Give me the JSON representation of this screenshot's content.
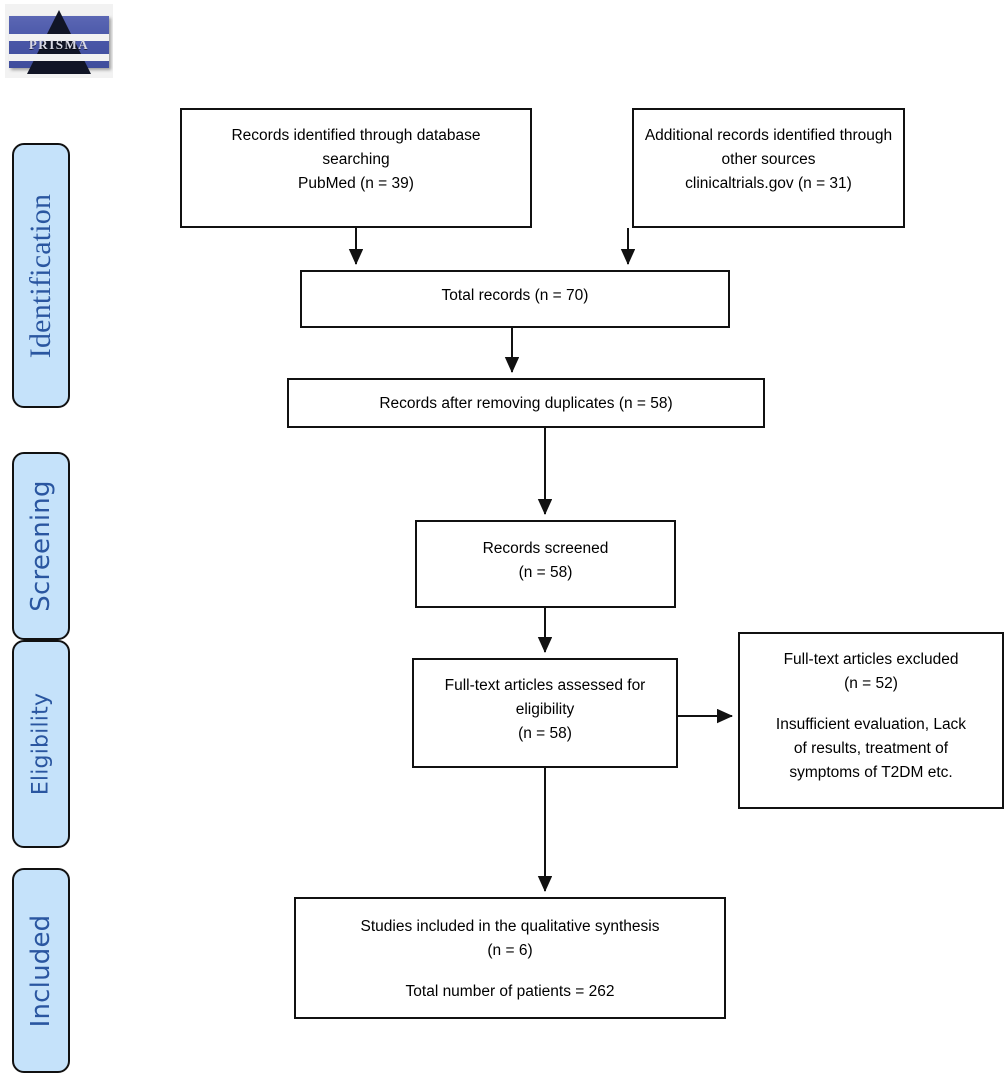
{
  "logo": {
    "name": "prisma-logo",
    "text": "PRISMA"
  },
  "phases": [
    {
      "id": "identification",
      "label": "Identification"
    },
    {
      "id": "screening",
      "label": "Screening"
    },
    {
      "id": "eligibility",
      "label": "Eligibility"
    },
    {
      "id": "included",
      "label": "Included"
    }
  ],
  "nodes": {
    "database": {
      "line1": "Records identified through database",
      "line2": "searching",
      "line3": "PubMed (n = 39)"
    },
    "additional": {
      "line1": "Additional records identified through",
      "line2": "other sources",
      "line3": "clinicaltrials.gov (n = 31)"
    },
    "total": {
      "line1": "Total records (n = 70)"
    },
    "duplicates": {
      "line1": "Records after removing duplicates (n = 58)"
    },
    "screened": {
      "line1": "Records screened",
      "line2": "(n = 58)"
    },
    "eligibility": {
      "line1": "Full-text articles assessed for",
      "line2": "eligibility",
      "line3": "(n = 58)"
    },
    "excluded": {
      "line1": "Full-text articles excluded",
      "line2": "(n = 52)",
      "line3": "Insufficient evaluation, Lack",
      "line4": "of results, treatment of",
      "line5": "symptoms of T2DM etc."
    },
    "included": {
      "line1": "Studies included in the qualitative synthesis",
      "line2": "(n = 6)",
      "line3": "Total number of patients = 262"
    }
  },
  "colors": {
    "phase_fill": "#c5e2fa",
    "phase_text": "#2a56a0",
    "node_border": "#111111",
    "node_fill": "#ffffff"
  }
}
